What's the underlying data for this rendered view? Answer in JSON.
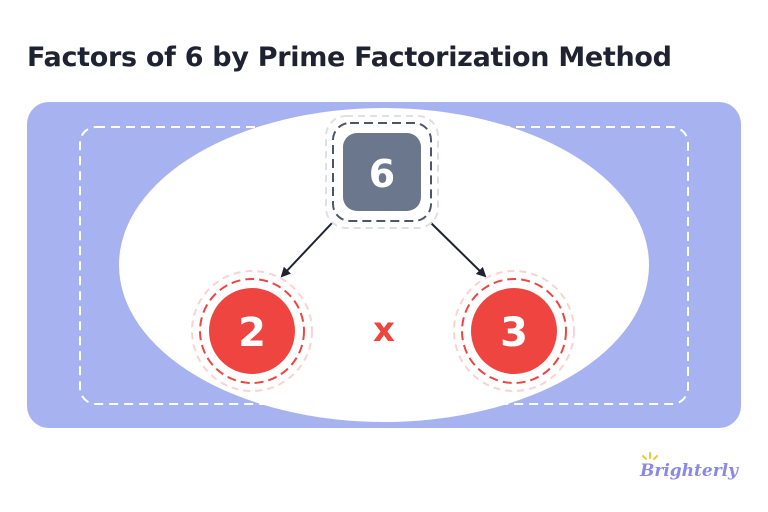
{
  "title": "Factors of 6 by Prime Factorization Method",
  "tree": {
    "root": "6",
    "left": "2",
    "right": "3",
    "operator": "x"
  },
  "brand": {
    "name": "Brighterly"
  },
  "colors": {
    "panel": "#a7b3f1",
    "oval": "#ffffff",
    "root_box": "#6b778d",
    "root_dash": "#c4cad4",
    "prime_circle": "#ee4540",
    "prime_dash": "#f2a4a2",
    "operator": "#ee4540",
    "arrow": "#1f2230",
    "brand_text": "#8a89e3",
    "brand_accent": "#f7c531"
  }
}
